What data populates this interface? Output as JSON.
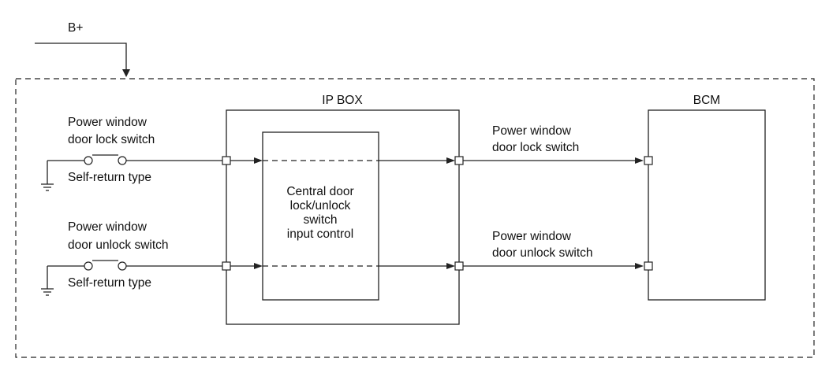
{
  "supply": {
    "label": "B+"
  },
  "ip_box": {
    "label": "IP BOX",
    "control_block": {
      "lines": [
        "Central door",
        "lock/unlock",
        "switch",
        "input control"
      ]
    }
  },
  "bcm": {
    "label": "BCM"
  },
  "switches": [
    {
      "name_lines": [
        "Power window",
        "door lock switch"
      ],
      "type": "Self-return type",
      "signal_lines": [
        "Power window",
        "door lock switch"
      ]
    },
    {
      "name_lines": [
        "Power window",
        "door unlock switch"
      ],
      "type": "Self-return type",
      "signal_lines": [
        "Power window",
        "door unlock switch"
      ]
    }
  ]
}
